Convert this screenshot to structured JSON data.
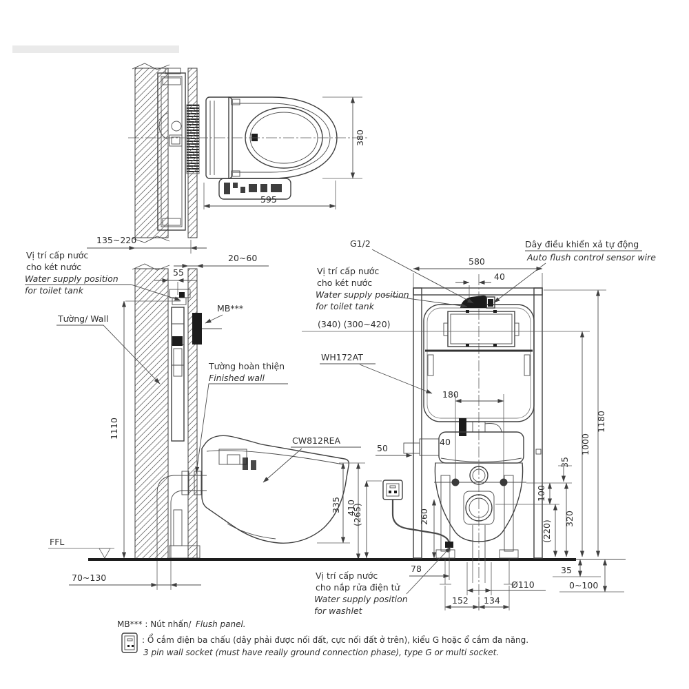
{
  "models": {
    "frame": "WH172AT",
    "bowl": "CW812REA"
  },
  "labels": {
    "g_half": "G1/2",
    "sensor_wire_vi": "Dây điều khiển xả tự động",
    "sensor_wire_en": "Auto flush control sensor wire",
    "tank_supply_vi1": "Vị trí cấp nước",
    "tank_supply_vi2": "cho két nước",
    "tank_supply_en1": "Water supply position",
    "tank_supply_en2": "for toilet tank",
    "washlet_supply_vi1": "Vị trí cấp nước",
    "washlet_supply_vi2": "cho nắp rửa điện tử",
    "washlet_supply_en1": "Water supply position",
    "washlet_supply_en2": "for washlet",
    "wall": "Tường/ Wall",
    "finished_wall_vi": "Tường hoàn thiện",
    "finished_wall_en": "Finished wall",
    "flush_panel_code": "MB***",
    "ffl": "FFL"
  },
  "dims": {
    "top": {
      "bowl_width": "380",
      "bowl_length": "595",
      "wall_thickness": "135~220"
    },
    "side": {
      "finish_thickness": "20~60",
      "supply_offset": "55",
      "supply_height": "1110",
      "drain_offset": "70~130",
      "rim_to_bottom": "335",
      "rim_height": "410"
    },
    "front": {
      "frame_width": "580",
      "sensor_offset": "40",
      "panel_height": "(340) (300~420)",
      "bolt_spacing": "180",
      "washlet_offset": "40",
      "socket_gap": "50",
      "socket_height": "(265)",
      "washlet_supply_height": "260",
      "washlet_gap": "35",
      "bolt_to_drain": "100",
      "drain_height_opt": "(220)",
      "bolt_height": "320",
      "frame_height_upper": "1000",
      "frame_height": "1180",
      "supply_to_drain": "78",
      "floor_gap": "35",
      "drain_dia": "Ø110",
      "floor_range": "0~100",
      "foot_left": "152",
      "foot_right": "134"
    }
  },
  "notes": {
    "mb_line_left": "MB*** : Nút nhấn/",
    "mb_line_en": "Flush panel.",
    "socket_vi": ": Ổ cắm điện ba chấu (dây phải được nối đất, cực nối đất ở trên), kiểu G hoặc ổ cắm đa năng.",
    "socket_en": "3 pin wall socket (must have really ground connection phase), type G or multi socket."
  }
}
